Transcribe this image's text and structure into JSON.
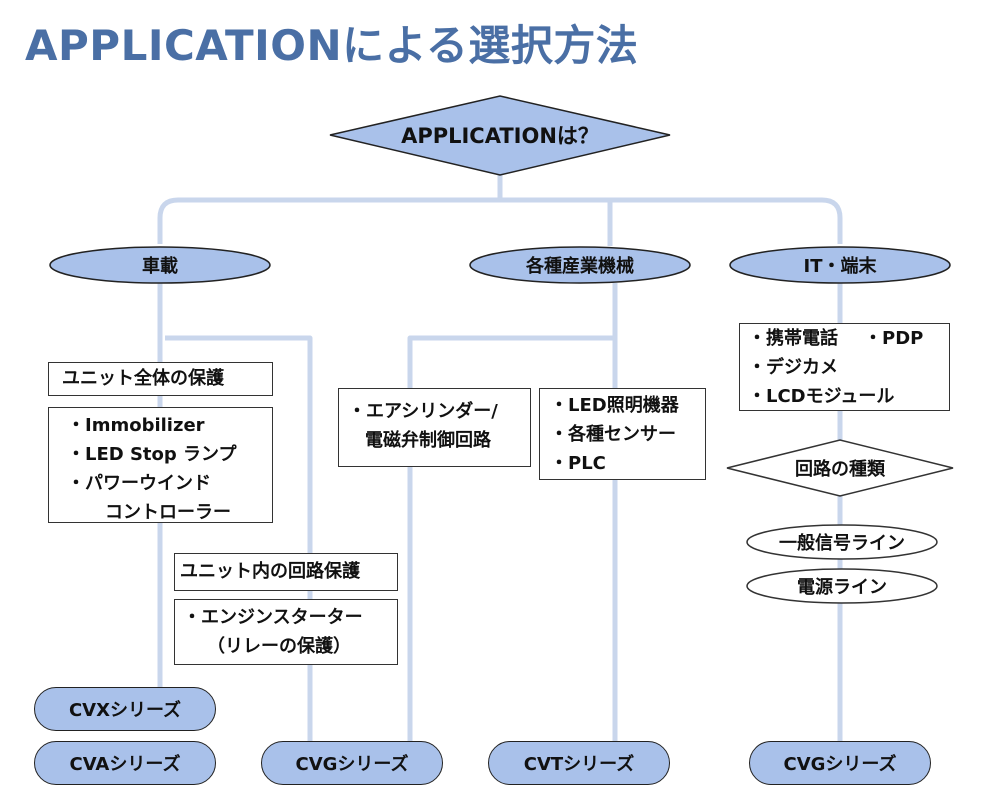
{
  "title": "APPLICATIONによる選択方法",
  "root": {
    "label": "APPLICATIONは？"
  },
  "categories": [
    {
      "label": "車載"
    },
    {
      "label": "各種産業機械"
    },
    {
      "label": "IT・端末"
    }
  ],
  "auto": {
    "unit_protection_label": "ユニット全体の保護",
    "unit_protection_items": [
      "・Immobilizer",
      "・LED Stop ランプ",
      "・パワーウインド",
      "コントローラー"
    ],
    "inner_protection_label": "ユニット内の回路保護",
    "inner_protection_items": [
      "・エンジンスターター",
      "（リレーの保護）"
    ]
  },
  "industrial": {
    "left_items": [
      "・エアシリンダー/",
      "電磁弁制御回路"
    ],
    "right_items": [
      "・LED照明機器",
      "・各種センサー",
      "・PLC"
    ]
  },
  "it": {
    "items": [
      "・携帯電話",
      "・PDP",
      "・デジカメ",
      "・LCDモジュール"
    ],
    "circuit_type": "回路の種類",
    "line_types": [
      "一般信号ライン",
      "電源ライン"
    ]
  },
  "series": [
    {
      "label": "CVXシリーズ"
    },
    {
      "label": "CVAシリーズ"
    },
    {
      "label": "CVGシリーズ"
    },
    {
      "label": "CVTシリーズ"
    },
    {
      "label": "CVGシリーズ"
    }
  ],
  "colors": {
    "title": "#4a6fa5",
    "connector": "#c9d6ec",
    "node_fill": "#a9c1ea",
    "pill_fill": "#a9c1ea"
  }
}
